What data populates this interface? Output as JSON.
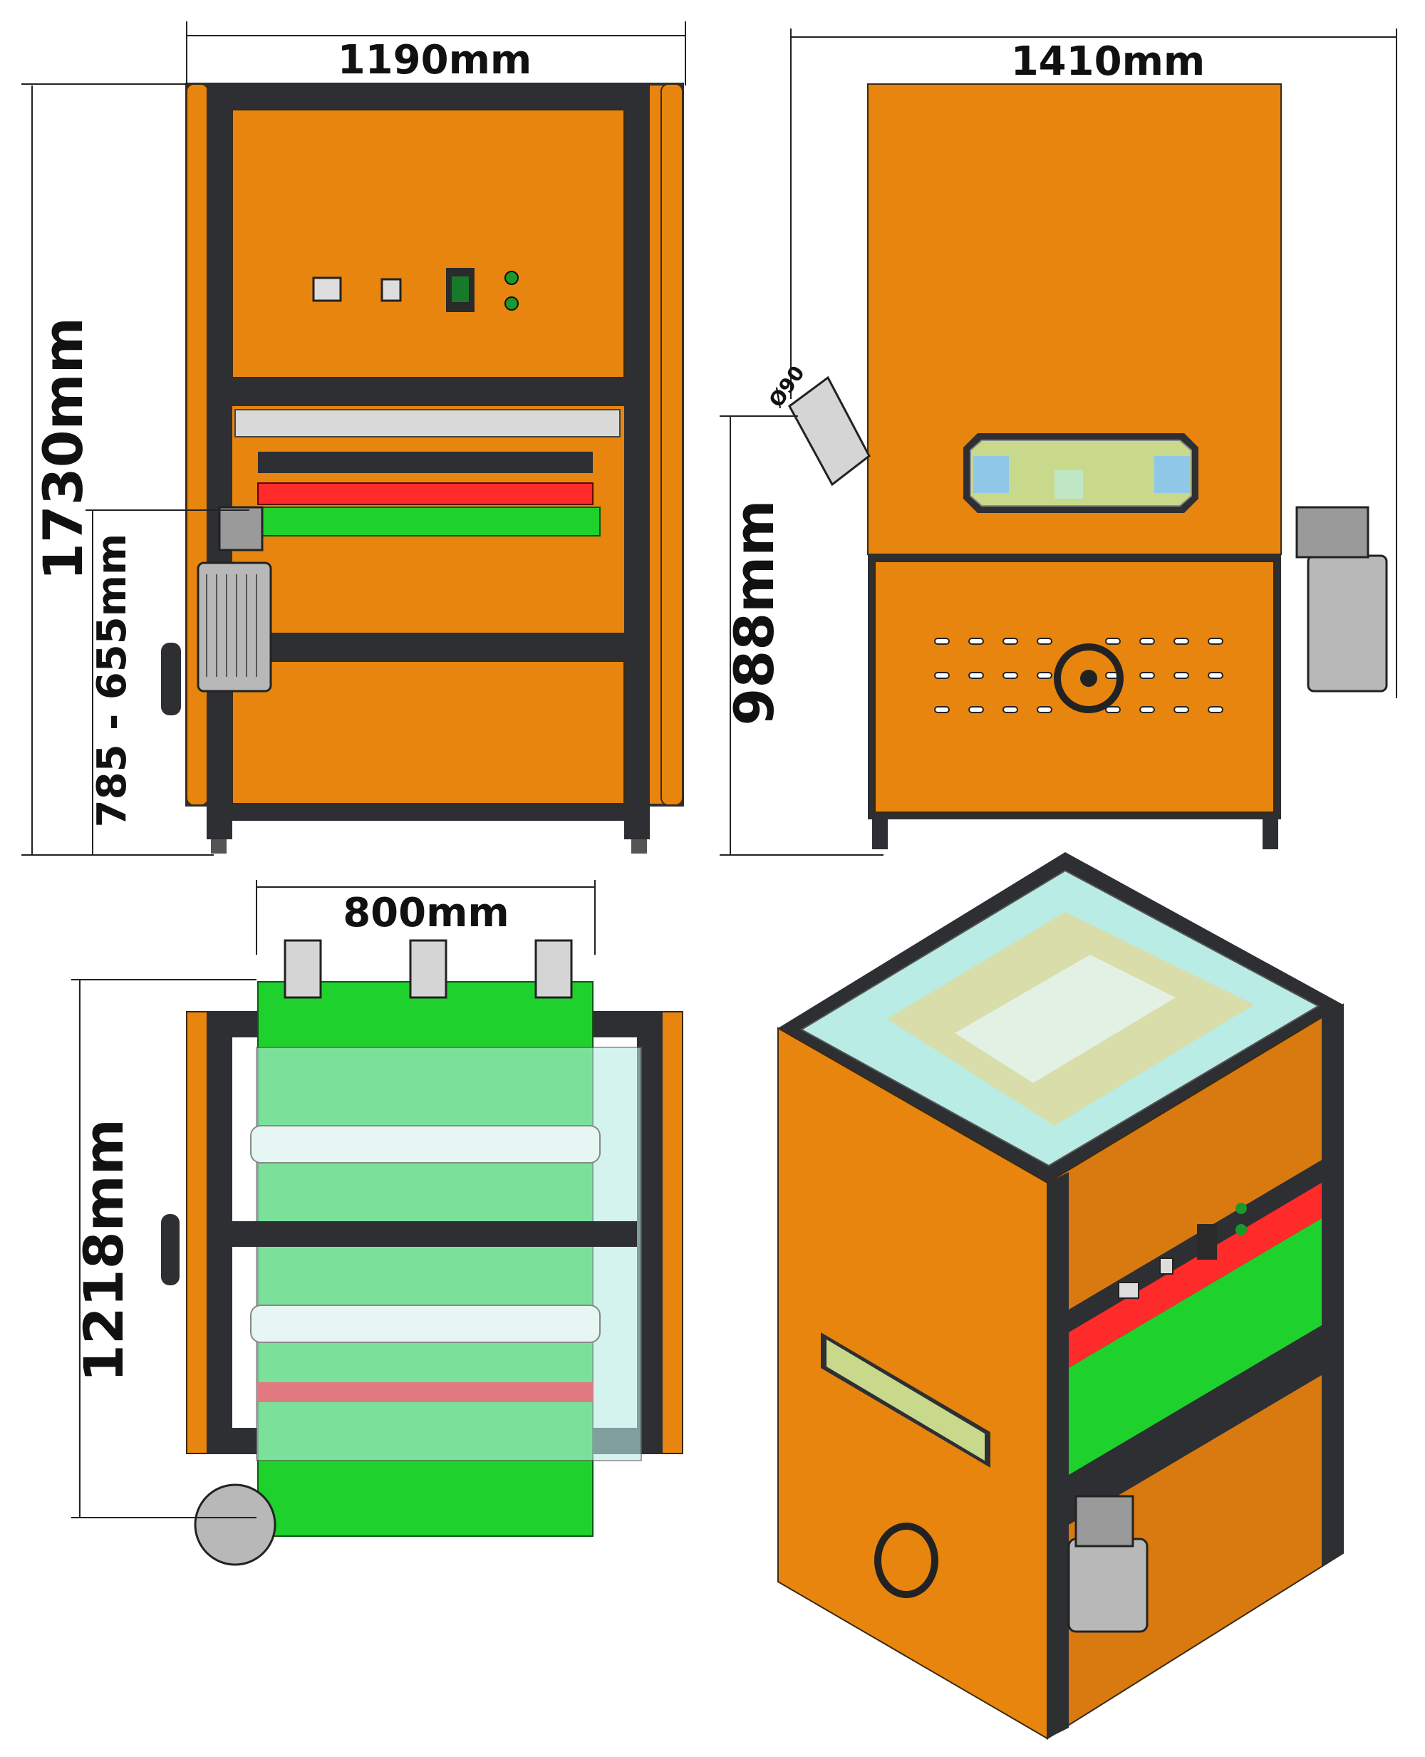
{
  "dimensions": {
    "front_width": "1190mm",
    "front_height": "1730mm",
    "work_height": "785 - 655mm",
    "side_depth": "1410mm",
    "side_height": "988mm",
    "duct_diameter": "Ø90",
    "top_belt_width": "800mm",
    "top_length": "1218mm"
  },
  "colors": {
    "body_orange": "#e8850f",
    "frame_dark": "#2d2f33",
    "belt_green": "#1fd12c",
    "roller_red": "#ff2a2a",
    "glass": "#b9ece4",
    "motor_grey": "#b8b8b8"
  },
  "views": [
    "front-view",
    "side-view",
    "top-view",
    "isometric-view"
  ]
}
